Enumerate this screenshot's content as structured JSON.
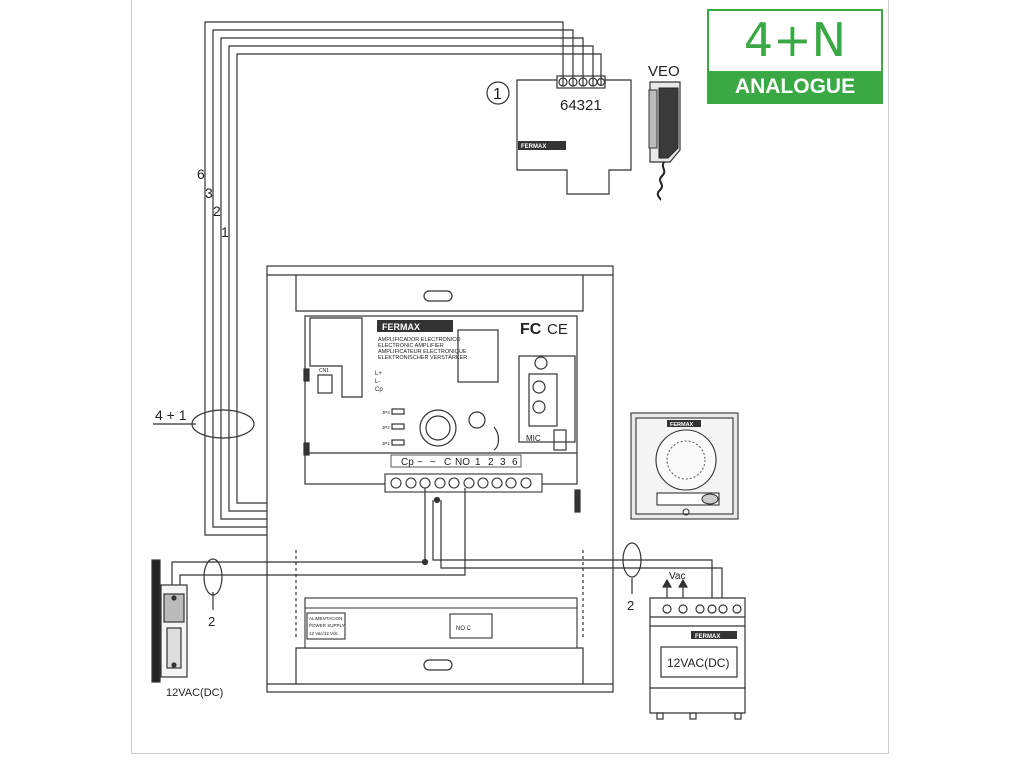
{
  "badge": {
    "system": "4+N",
    "type": "ANALOGUE"
  },
  "handset": {
    "model": "VEO",
    "callout": "1",
    "terminals": "64321",
    "brand": "FERMAX"
  },
  "cable_wires": [
    "6",
    "3",
    "2",
    "1"
  ],
  "cable_bundle_label": "4 + 1",
  "amplifier": {
    "brand": "FERMAX",
    "cert": "FC",
    "cert2": "CE",
    "descriptions": [
      "AMPLIFICADOR ELECTRONICO",
      "ELECTRONIC AMPLIFIER",
      "AMPLIFICATEUR ELECTRONIQUE",
      "ELEKTRONISCHER VERSTÄRKER"
    ],
    "connector": "CN1",
    "side_labels": [
      "L+",
      "L-",
      "Cp"
    ],
    "jumpers": [
      "JP3",
      "JP2",
      "JP1"
    ],
    "mic": "MIC",
    "terminals": [
      "Cp",
      "~",
      "~",
      "C",
      "NO",
      "1",
      "2",
      "3",
      "6"
    ]
  },
  "power_strip": {
    "text1": "ALIMENTACION",
    "text2": "POWER SUPPLY",
    "text3": "12 Vac/12 Vdc",
    "relay": "NO C"
  },
  "door_panel": {
    "brand": "FERMAX"
  },
  "lock": {
    "pair_label": "2",
    "voltage": "12VAC(DC)"
  },
  "psu": {
    "pair_label": "2",
    "output": "Vac",
    "brand": "FERMAX",
    "voltage": "12VAC(DC)"
  }
}
